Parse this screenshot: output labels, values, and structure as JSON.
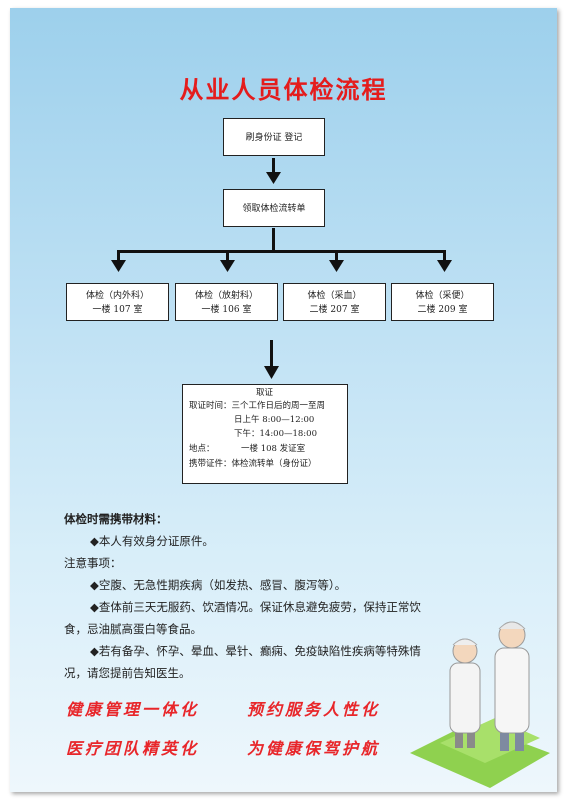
{
  "title": "从业人员体检流程",
  "flow": {
    "step1": "刷身份证   登记",
    "step2": "领取体检流转单",
    "exams": [
      {
        "name": "体检（内外科）",
        "room": "一楼 107 室"
      },
      {
        "name": "体检（放射科）",
        "room": "一楼 106 室"
      },
      {
        "name": "体检（采血）",
        "room": "二楼 207 室"
      },
      {
        "name": "体检（采便）",
        "room": "二楼 209 室"
      }
    ],
    "confirm": {
      "heading": "取证",
      "time_label": "取证时间：三个工作日后的周一至周",
      "morning": "日上午 8:00—12:00",
      "afternoon": "下午：14:00—18:00",
      "place_label": "地点：",
      "place": "一楼 108 发证室",
      "carry": "携带证件：体检流转单（身份证）"
    }
  },
  "notes": {
    "heading": "体检时需携带材料：",
    "item1": "◆本人有效身分证原件。",
    "attention": "注意事项：",
    "item2": "◆空腹、无急性期疾病（如发热、感冒、腹泻等）。",
    "item3a": "◆查体前三天无服药、饮酒情况。保证休息避免疲劳，保持正常饮",
    "item3b": "食，忌油腻高蛋白等食品。",
    "item4a": "◆若有备孕、怀孕、晕血、晕针、癫痫、免疫缺陷性疾病等特殊情",
    "item4b": "况，请您提前告知医生。"
  },
  "slogans": {
    "s1": "健康管理一体化",
    "s2": "预约服务人性化",
    "s3": "医疗团队精英化",
    "s4": "为健康保驾护航"
  },
  "colors": {
    "title": "#e41c1c",
    "slogan": "#e8262a",
    "bg_top": "#9dd0ec"
  },
  "decor": "doctors-illustration"
}
